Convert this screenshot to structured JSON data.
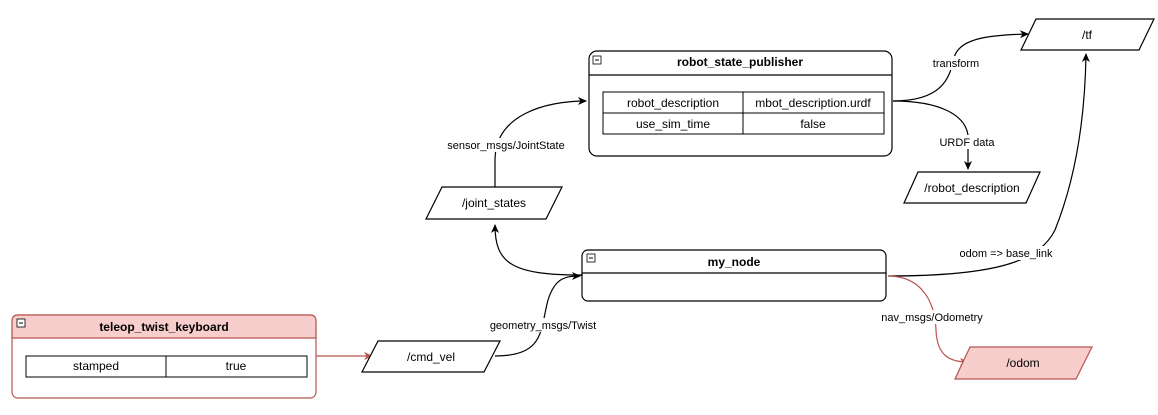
{
  "nodes": {
    "robot_state_publisher": {
      "title": "robot_state_publisher",
      "params": [
        {
          "key": "robot_description",
          "value": "mbot_description.urdf"
        },
        {
          "key": "use_sim_time",
          "value": "false"
        }
      ]
    },
    "my_node": {
      "title": "my_node"
    },
    "teleop_twist_keyboard": {
      "title": "teleop_twist_keyboard",
      "params": [
        {
          "key": "stamped",
          "value": "true"
        }
      ]
    }
  },
  "topics": {
    "tf": "/tf",
    "robot_description": "/robot_description",
    "joint_states": "/joint_states",
    "cmd_vel": "/cmd_vel",
    "odom": "/odom"
  },
  "edges": {
    "transform": "transform",
    "urdf_data": "URDF data",
    "joint_state": "sensor_msgs/JointState",
    "odom_base_link": "odom => base_link",
    "twist": "geometry_msgs/Twist",
    "odometry": "nav_msgs/Odometry"
  },
  "collapse_glyph": "−",
  "colors": {
    "highlight_fill": "#f8cecc",
    "highlight_stroke": "#b85450",
    "default_stroke": "#000000"
  }
}
